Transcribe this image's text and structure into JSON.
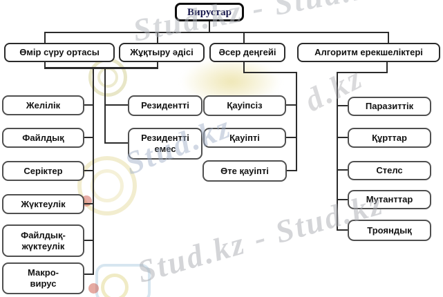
{
  "diagram": {
    "title_note": "Computer virus classification scheme (Kazakh)",
    "root": {
      "label": "Вирустар"
    },
    "branches": [
      {
        "label": "Өмір сүру ортасы",
        "children": [
          "Желілік",
          "Файлдық",
          "Серіктер",
          "Жүктеулік",
          "Файлдық-\nжүктеулік",
          "Макро-\nвирус"
        ]
      },
      {
        "label": "Жұқтыру әдісі",
        "children": [
          "Резидентті",
          "Резидентті\nемес"
        ]
      },
      {
        "label": "Әсер деңгейі",
        "children": [
          "Қауіпсіз",
          "Қауіпті",
          "Өте қауіпті"
        ]
      },
      {
        "label": "Алгоритм ерекшеліктері",
        "children": [
          "Паразиттік",
          "Құрттар",
          "Стелс",
          "Мутанттар",
          "Трояндық"
        ]
      }
    ]
  },
  "watermark": {
    "brand": "Stud.kz",
    "full": "Stud.kz - Stud.kz",
    "fragment": "d.kz"
  },
  "colors": {
    "connector_line": "#2b2b2b",
    "box_border": "#4f4f4f",
    "root_text": "#15154a",
    "watermark_gray": "#aaacb2",
    "watermark_blue": "#9bacc4"
  }
}
